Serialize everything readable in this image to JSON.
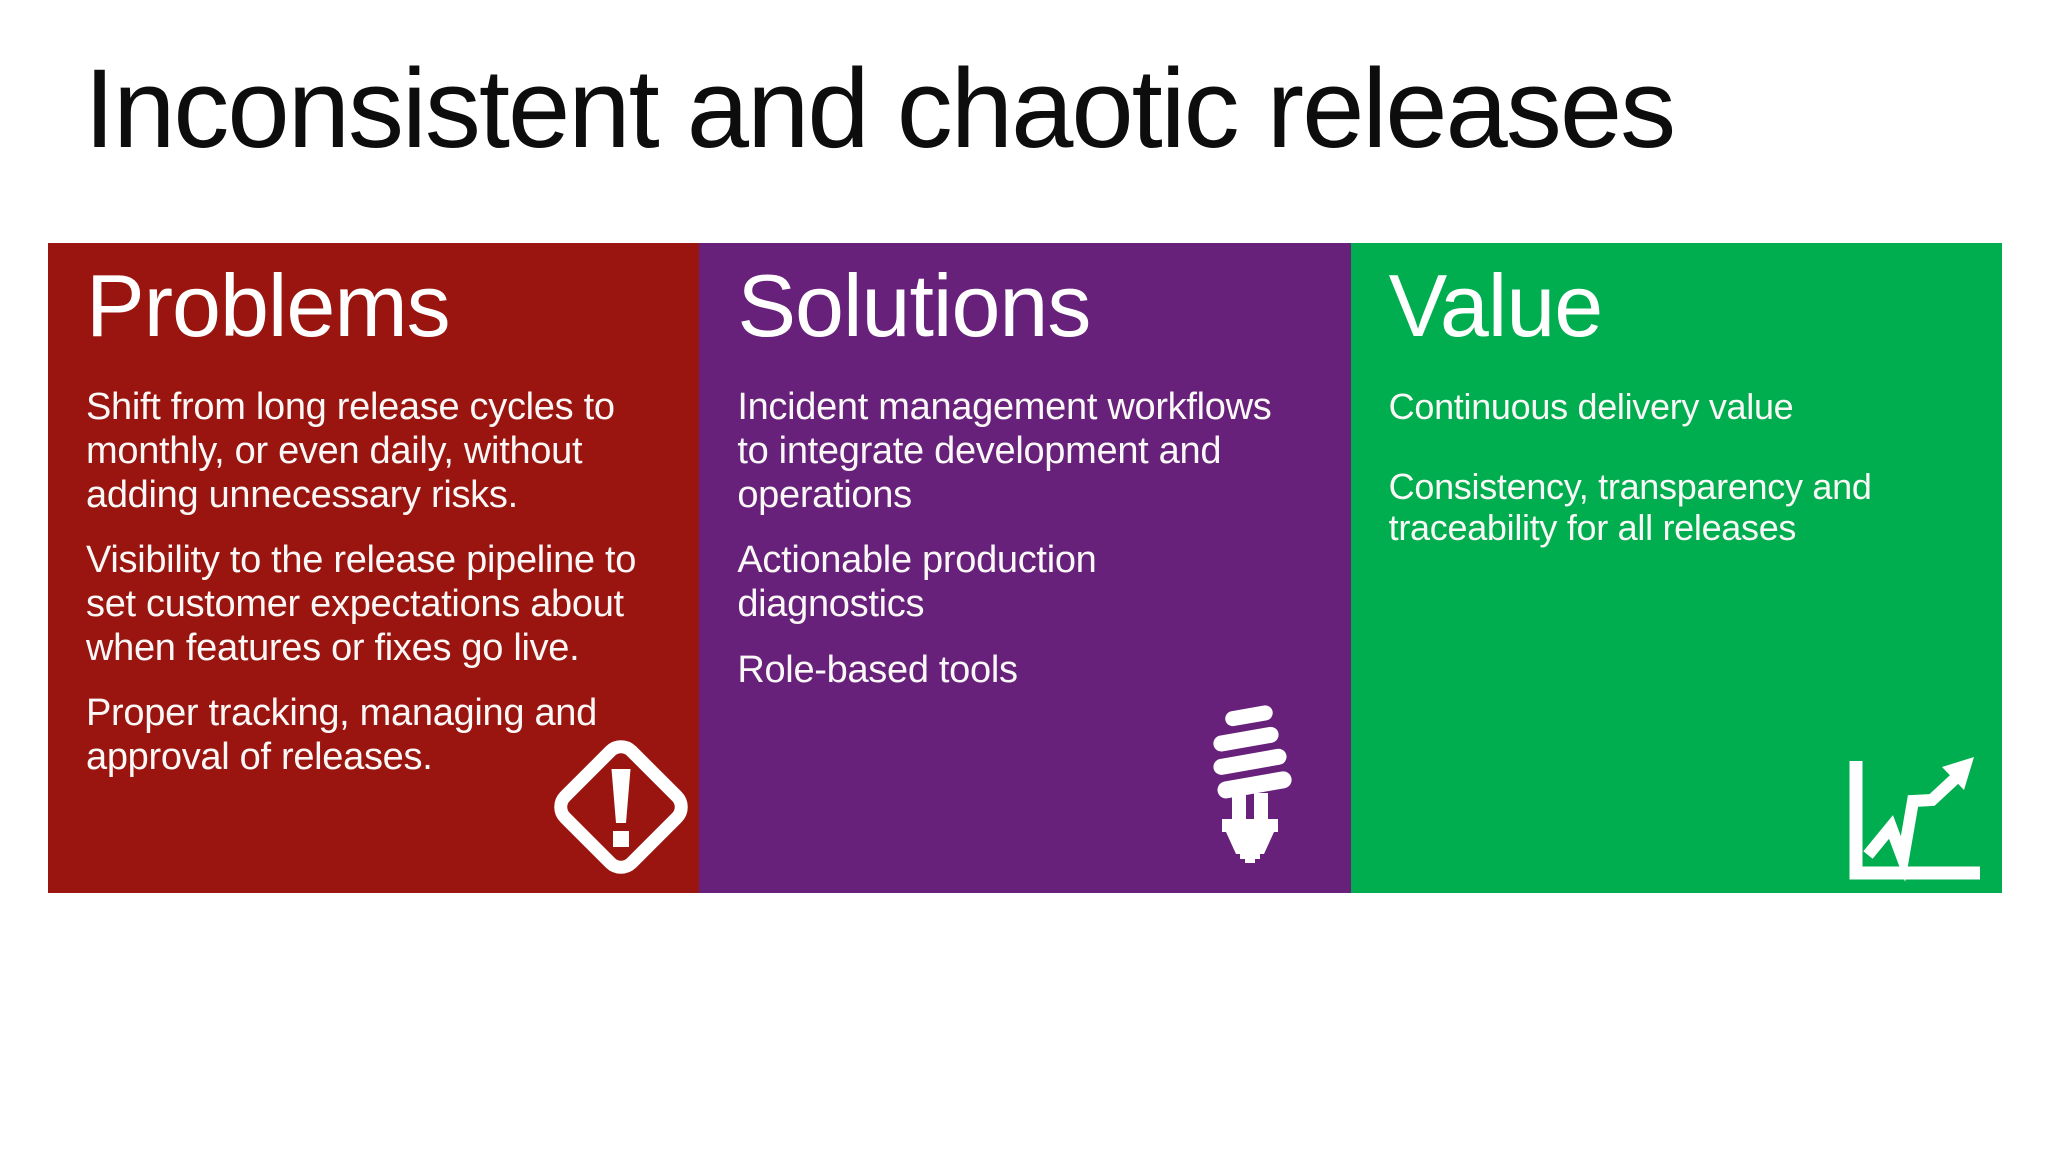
{
  "title": "Inconsistent and chaotic releases",
  "background": "#FFFFFF",
  "title_color": "#0D0D0D",
  "text_color": "#FFFFFF",
  "panels": [
    {
      "heading": "Problems",
      "color": "#9A150F",
      "icon": "warning-icon",
      "paragraphs": [
        "Shift from long release cycles to\nmonthly, or even daily, without\nadding unnecessary risks.",
        "Visibility to the release pipeline to\nset customer expectations about\nwhen features or fixes go live.",
        "Proper tracking, managing and\napproval of releases."
      ]
    },
    {
      "heading": "Solutions",
      "color": "#68217A",
      "icon": "lightbulb-icon",
      "paragraphs": [
        "Incident management workflows\nto integrate development and\noperations",
        "Actionable production\ndiagnostics",
        "Role-based tools"
      ]
    },
    {
      "heading": "Value",
      "color": "#00AE4F",
      "icon": "trend-chart-icon",
      "paragraphs": [
        "Continuous delivery value",
        "Consistency, transparency and\ntraceability for all releases"
      ]
    }
  ]
}
